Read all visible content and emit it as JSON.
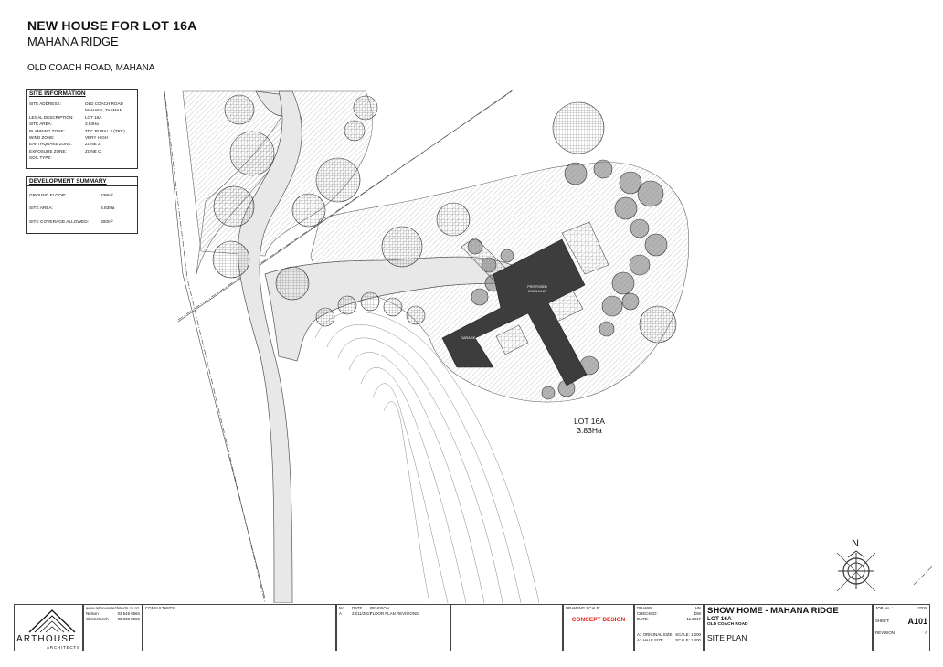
{
  "header": {
    "title": "NEW HOUSE FOR LOT 16A",
    "subtitle": "MAHANA RIDGE",
    "address": "OLD COACH ROAD, MAHANA"
  },
  "site_info": {
    "heading": "SITE INFORMATION",
    "rows": [
      {
        "key": "SITE ADDRESS:",
        "value": "OLD COACH ROAD"
      },
      {
        "key": "",
        "value": "MAHANA, TASMAN"
      },
      {
        "key": "LEGAL DESCRIPTION:",
        "value": "LOT 16A"
      },
      {
        "key": "SITE AREA:",
        "value": "3.83Ha"
      },
      {
        "key": "PLANNING ZONE:",
        "value": "TDC RURAL 3 (TRC)"
      },
      {
        "key": "WIND ZONE:",
        "value": "VERY HIGH"
      },
      {
        "key": "EARTHQUAKE ZONE:",
        "value": "ZONE 2"
      },
      {
        "key": "EXPOSURE ZONE:",
        "value": "ZONE C"
      },
      {
        "key": "SOIL TYPE:",
        "value": ""
      }
    ]
  },
  "dev_summary": {
    "heading": "DEVELOPMENT SUMMARY",
    "rows": [
      {
        "key": "GROUND FLOOR:",
        "value": "239m²"
      },
      {
        "key": "SITE AREA:",
        "value": "3.83Ha"
      },
      {
        "key": "SITE COVERAGE ALLOWED:",
        "value": "600m²"
      }
    ]
  },
  "plan": {
    "dwelling_label_1": "PROPOSED",
    "dwelling_label_2": "DWELLING",
    "garage_label": "GARAGE",
    "lot_label": "LOT 16A",
    "lot_area": "3.83Ha",
    "north": "N"
  },
  "title_block": {
    "logo_name": "ARTHOUSE",
    "logo_sub": "ARCHITECTS",
    "website": "www.arthousearchitects.co.nz",
    "office1": "Nelson",
    "phone1": "03 546 6564",
    "office2": "Christchurch",
    "phone2": "03 338 8650",
    "consultants": "CONSULTANTS",
    "rev_no": "No.",
    "rev_date_h": "DATE",
    "rev_desc_h": "REVISION",
    "rev_a": "A",
    "rev_a_date": "23/11/2017",
    "rev_a_desc": "FLOOR PLAN REVISIONS",
    "drawing_scale": "DRAWING SCALE:",
    "status": "CONCEPT DESIGN",
    "drawn": "DRAWN:",
    "drawn_v": "HN",
    "checked": "CHECKED:",
    "checked_v": "DW",
    "date": "DATE:",
    "date_v": "11.2017",
    "a1_size": "A1 ORIGINAL SIZE",
    "a1_scale": "SCALE: 1:200",
    "a3_size": "A3 HALF SIZE",
    "a3_scale": "SCALE: 1:400",
    "project": "SHOW HOME - MAHANA RIDGE",
    "lot": "LOT 16A",
    "road": "OLD COACH ROAD",
    "sheet_title": "SITE PLAN",
    "job_no": "JOB No. :",
    "job_no_v": "17038",
    "sheet": "SHEET:",
    "sheet_v": "A101",
    "revision": "REVISION:",
    "revision_v": "A"
  },
  "colors": {
    "dwelling": "#3d3d3d",
    "tree_dark": "#555555",
    "hatch": "#b5b5b5",
    "status_red": "#e2231a"
  }
}
